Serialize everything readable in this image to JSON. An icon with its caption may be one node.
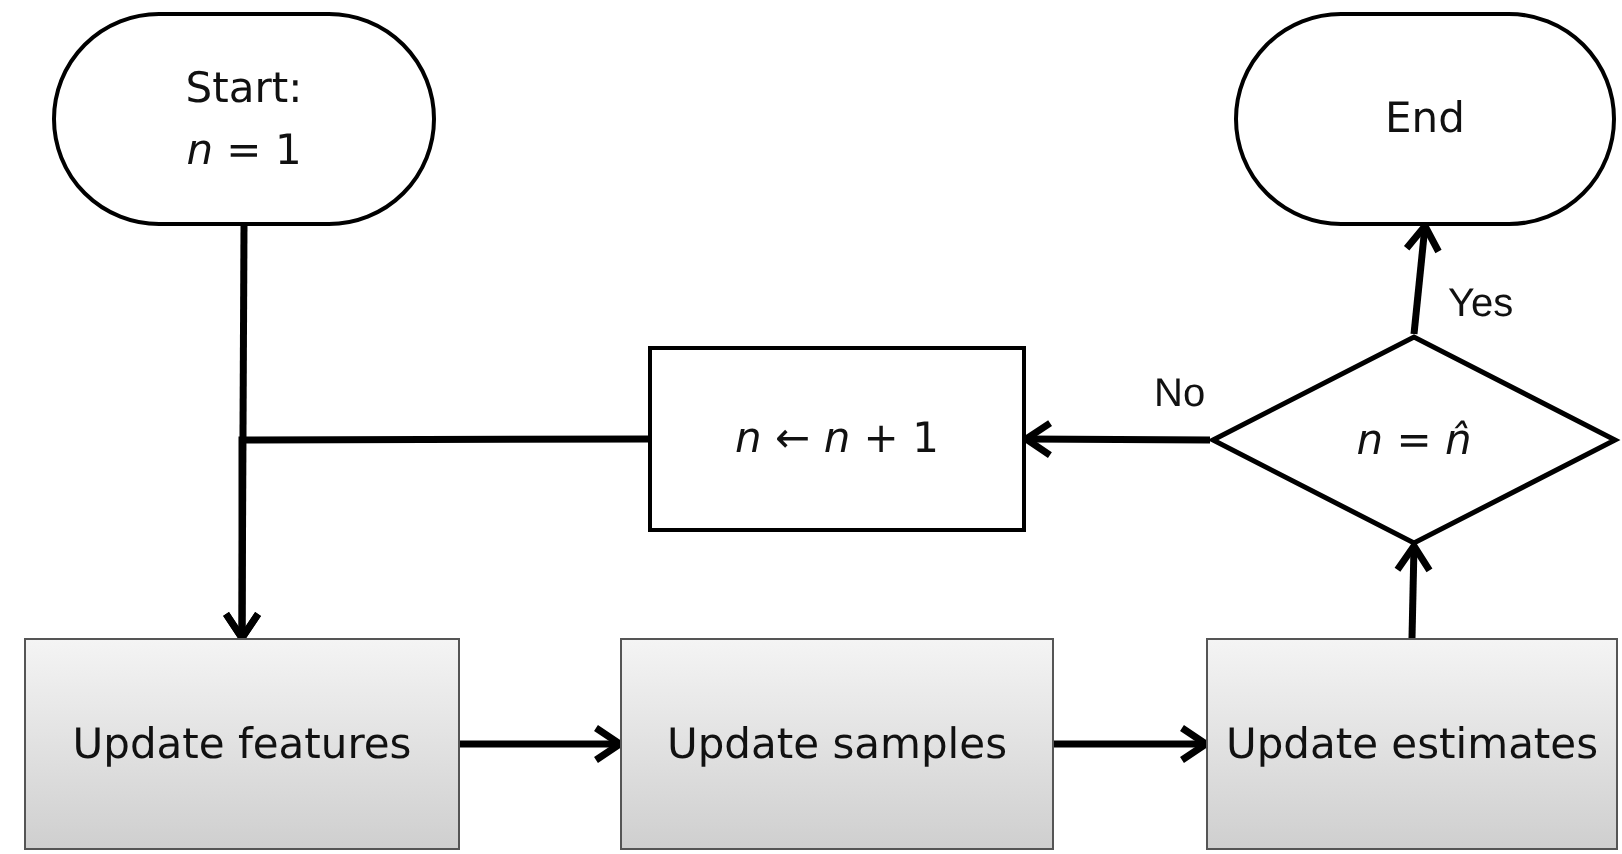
{
  "diagram": {
    "nodes": [
      {
        "text": [
          "Start:",
          "*n* = 1"
        ]
      },
      {
        "text": [
          "End"
        ]
      },
      {
        "text": [
          "*n* ← *n* + 1"
        ]
      },
      {
        "text": [
          "*n* = *n̂*"
        ]
      },
      {
        "text": [
          "Update features"
        ]
      },
      {
        "text": [
          "Update samples"
        ]
      },
      {
        "text": [
          "Update estimates"
        ]
      }
    ],
    "edges": [
      {
        "from": 0,
        "to": 4,
        "arrow": "to"
      },
      {
        "from": 2,
        "to": 4,
        "arrow": "to"
      },
      {
        "from": 3,
        "to": 2,
        "arrow": "to",
        "label": "No"
      },
      {
        "from": 3,
        "to": 1,
        "arrow": "to",
        "label": "Yes"
      },
      {
        "from": 4,
        "to": 5,
        "arrow": "to"
      },
      {
        "from": 5,
        "to": 6,
        "arrow": "to"
      },
      {
        "from": 6,
        "to": 3,
        "arrow": "to"
      }
    ]
  }
}
